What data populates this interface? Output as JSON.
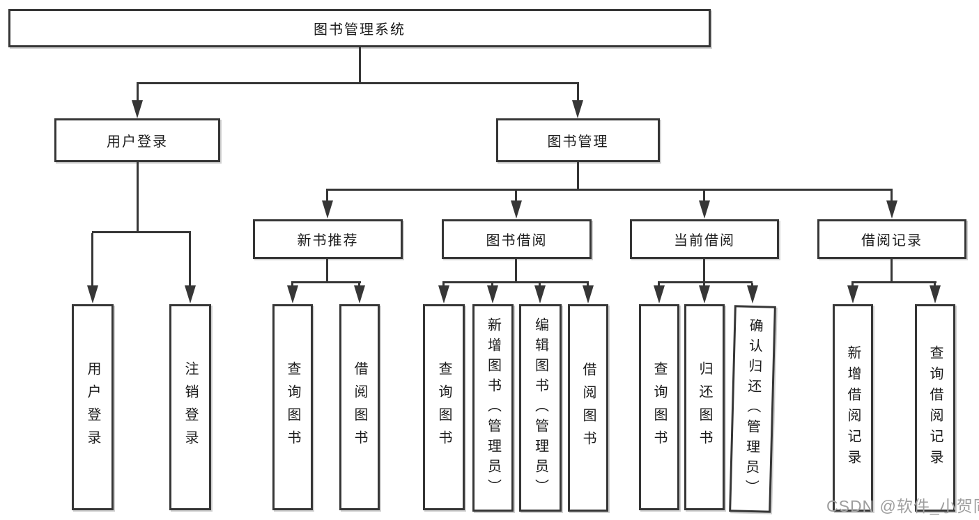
{
  "tree": {
    "root": "图书管理系统",
    "user_login": "用户登录",
    "book_mgmt": "图书管理",
    "user_login_leaf": "用户登录",
    "logout_leaf": "注销登录",
    "new_book": "新书推荐",
    "book_borrow": "图书借阅",
    "current_borrow": "当前借阅",
    "borrow_record": "借阅记录",
    "nb_query": "查询图书",
    "nb_borrow": "借阅图书",
    "bb_query": "查询图书",
    "bb_add": "新增图书（管理员）",
    "bb_edit": "编辑图书（管理员）",
    "bb_borrow": "借阅图书",
    "cb_query": "查询图书",
    "cb_return": "归还图书",
    "cb_confirm": "确认归还（管理员）",
    "br_add": "新增借阅记录",
    "br_query": "查询借阅记录"
  },
  "colors": {
    "line": "#363636",
    "text": "#1c1c1c",
    "watermark": "#9e9e9e",
    "background": "#ffffff"
  },
  "watermark": "CSDN @软件_小贺同学"
}
